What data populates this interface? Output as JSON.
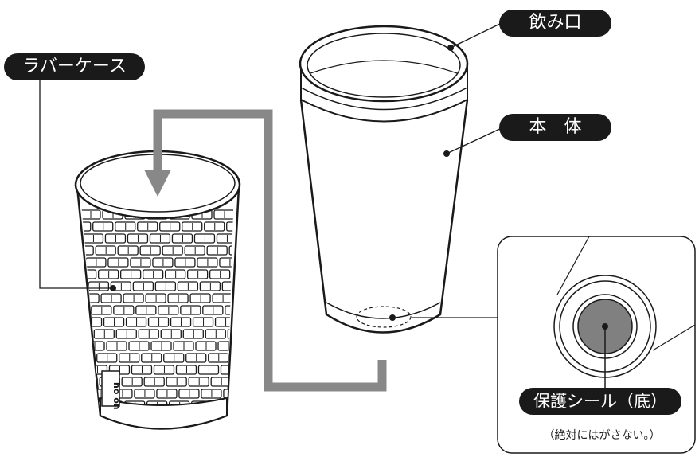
{
  "labels": {
    "rubber_case": "ラバーケース",
    "mouth": "飲み口",
    "body": "本　体",
    "seal": "保護シール（底）",
    "seal_note": "（絶対にはがさない。）"
  },
  "brand_mark": "ho on",
  "colors": {
    "pill": "#1a1a1a",
    "arrow": "#888888",
    "seal_fill": "#808080",
    "stroke": "#1a1a1a"
  }
}
